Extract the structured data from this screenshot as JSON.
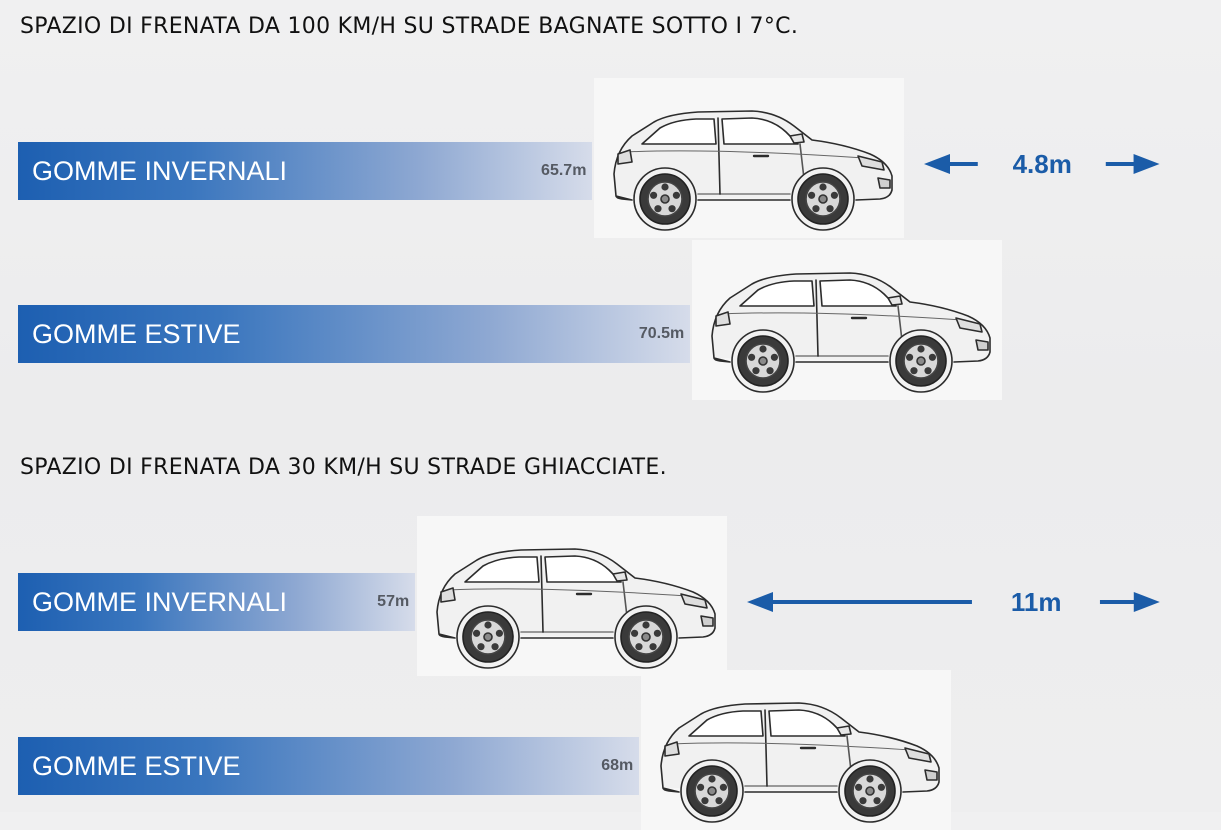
{
  "chart_data": [
    {
      "type": "bar",
      "orientation": "horizontal",
      "title": "SPAZIO DI FRENATA DA 100 KM/H SU STRADE BAGNATE SOTTO I 7°C.",
      "categories": [
        "GOMME INVERNALI",
        "GOMME ESTIVE"
      ],
      "values": [
        65.7,
        70.5
      ],
      "value_labels": [
        "65.7m",
        "70.5m"
      ],
      "difference_label": "4.8m",
      "unit": "m"
    },
    {
      "type": "bar",
      "orientation": "horizontal",
      "title": "SPAZIO DI FRENATA DA 30 KM/H SU STRADE GHIACCIATE.",
      "categories": [
        "GOMME INVERNALI",
        "GOMME ESTIVE"
      ],
      "values": [
        57,
        68
      ],
      "value_labels": [
        "57m",
        "68m"
      ],
      "difference_label": "11m",
      "unit": "m"
    }
  ],
  "icons": [
    "car-icon",
    "double-arrow-icon"
  ],
  "colors": {
    "bar": "#1d5fb1",
    "bar_fade": "#d6dcea",
    "arrow": "#1b5ca8",
    "value_text": "#555a63"
  }
}
